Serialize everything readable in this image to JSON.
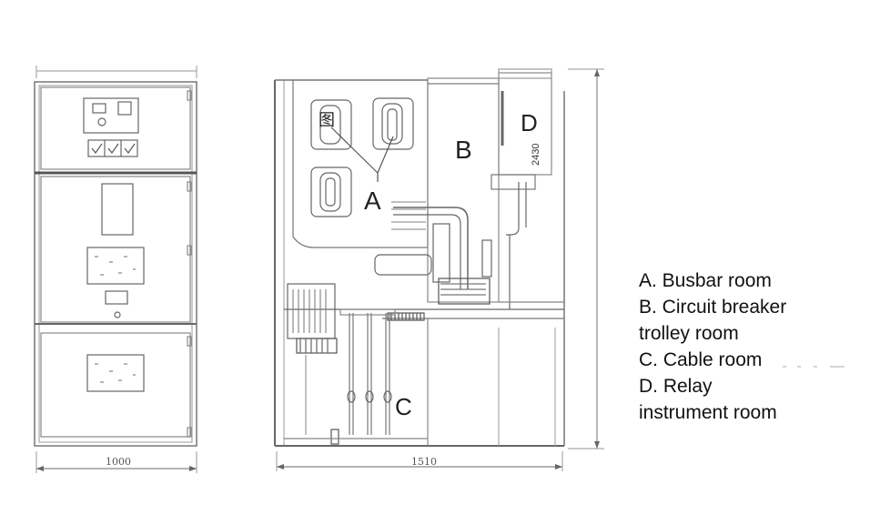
{
  "labels": {
    "a": "A",
    "b": "B",
    "c": "C",
    "d": "D",
    "chinese_char": "图"
  },
  "dimensions": {
    "front_width": "1000",
    "side_width": "1510",
    "height": "2430"
  },
  "legend": {
    "items": [
      "A. Busbar room",
      "B. Circuit breaker",
      "trolley room",
      "C. Cable room",
      "D. Relay",
      "instrument room"
    ]
  }
}
